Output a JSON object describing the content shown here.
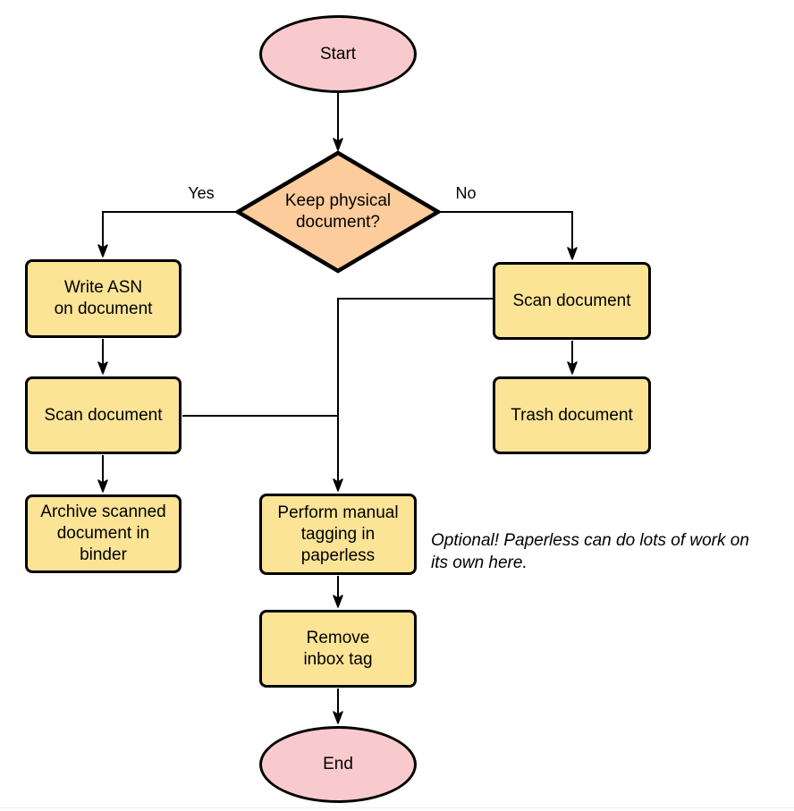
{
  "diagram": {
    "type": "flowchart",
    "nodes": {
      "start": {
        "shape": "ellipse",
        "label": "Start"
      },
      "decision": {
        "shape": "diamond",
        "label": "Keep physical\ndocument?"
      },
      "write_asn": {
        "shape": "process",
        "label": "Write ASN\non document"
      },
      "scan_left": {
        "shape": "process",
        "label": "Scan document"
      },
      "archive": {
        "shape": "process",
        "label": "Archive scanned\ndocument in\nbinder"
      },
      "scan_right": {
        "shape": "process",
        "label": "Scan document"
      },
      "trash": {
        "shape": "process",
        "label": "Trash document"
      },
      "tagging": {
        "shape": "process",
        "label": "Perform manual\ntagging in\npaperless"
      },
      "remove_tag": {
        "shape": "process",
        "label": "Remove\ninbox tag"
      },
      "end": {
        "shape": "ellipse",
        "label": "End"
      }
    },
    "edge_labels": {
      "yes": "Yes",
      "no": "No"
    },
    "note": "Optional! Paperless can do lots of work on\nits own here.",
    "colors": {
      "terminator_fill": "#f9cacd",
      "decision_fill": "#fdcc9c",
      "process_fill": "#fbe496",
      "stroke": "#000000"
    }
  }
}
